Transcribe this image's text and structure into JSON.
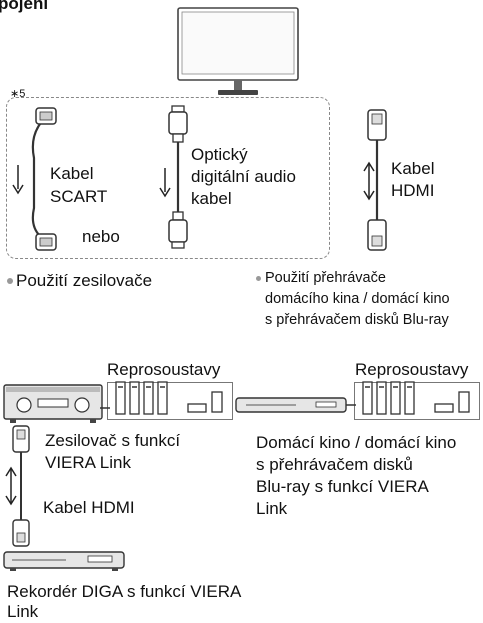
{
  "header": {
    "partial_title": "pojení"
  },
  "footnote_marker": "∗5",
  "cables": {
    "scart": "Kabel\nSCART",
    "scart_line1": "Kabel",
    "scart_line2": "SCART",
    "optical_line1": "Optický",
    "optical_line2": "digitální audio",
    "optical_line3": "kabel",
    "hdmi_line1": "Kabel",
    "hdmi_line2": "HDMI",
    "or_label": "nebo"
  },
  "sections": {
    "amplifier_heading": "Použití zesilovače",
    "hometheater_line1": "Použití přehrávače",
    "hometheater_line2": "domácího kina / domácí kino",
    "hometheater_line3": "s přehrávačem disků Blu-ray"
  },
  "speakers": {
    "left_label": "Reprosoustavy",
    "right_label": "Reprosoustavy"
  },
  "devices": {
    "amp_line1": "Zesilovač s funkcí",
    "amp_line2": "VIERA Link",
    "hdmi_cable": "Kabel HDMI",
    "ht_line1": "Domácí kino / domácí kino",
    "ht_line2": "s přehrávačem disků",
    "ht_line3": "Blu-ray s funkcí VIERA",
    "ht_line4": "Link",
    "recorder_line1": "Rekordér DIGA s funkcí VIERA",
    "recorder_line2": "Link"
  }
}
